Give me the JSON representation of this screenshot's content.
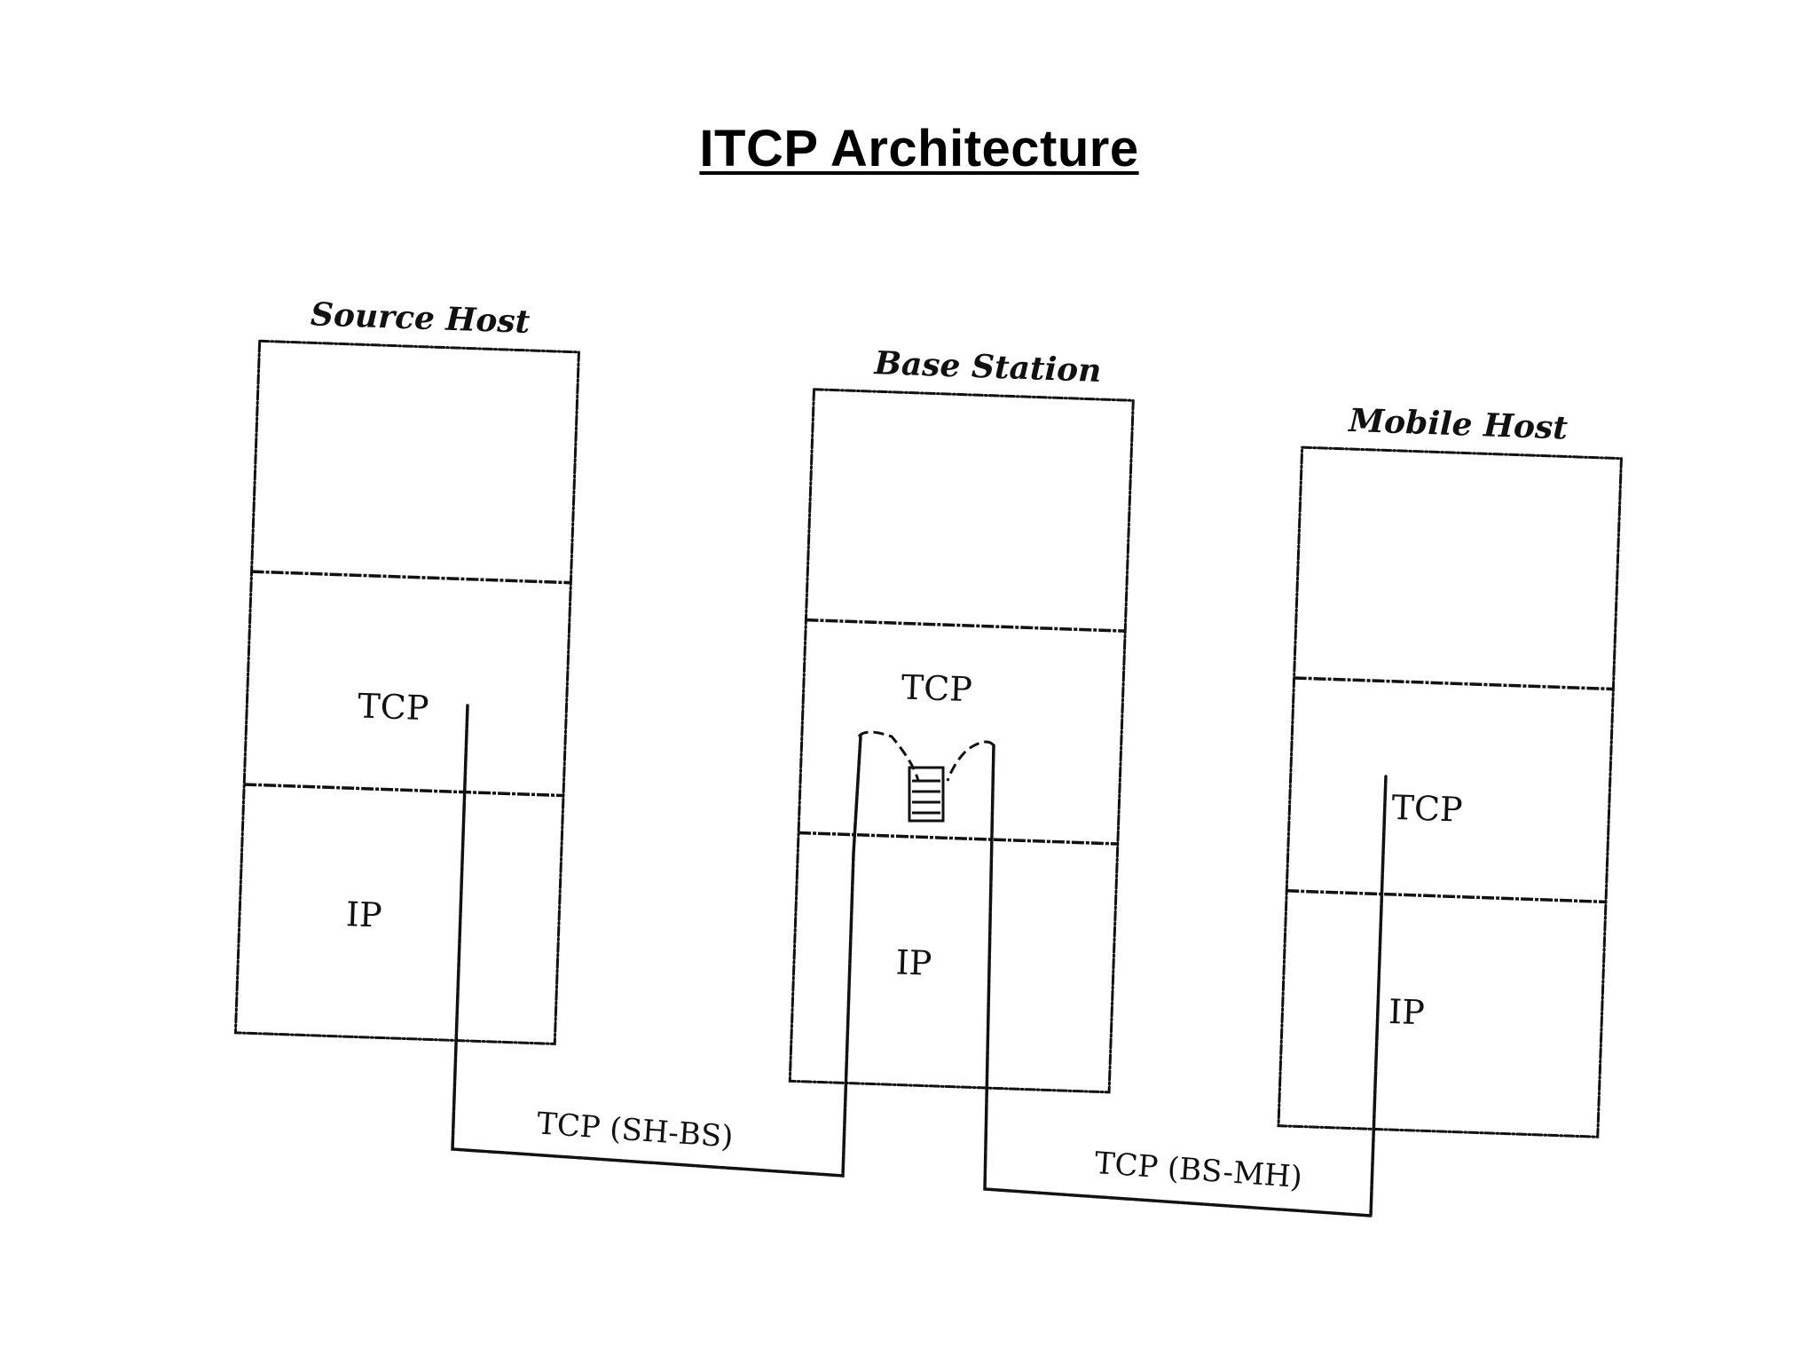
{
  "title": "ITCP Architecture",
  "nodes": {
    "source_host": {
      "label": "Source Host",
      "tcp": "TCP",
      "ip": "IP"
    },
    "base_station": {
      "label": "Base Station",
      "tcp": "TCP",
      "ip": "IP"
    },
    "mobile_host": {
      "label": "Mobile Host",
      "tcp": "TCP",
      "ip": "IP"
    }
  },
  "connections": {
    "sh_bs": "TCP (SH-BS)",
    "bs_mh": "TCP (BS-MH)"
  },
  "icons": [
    "buffer-icon"
  ]
}
